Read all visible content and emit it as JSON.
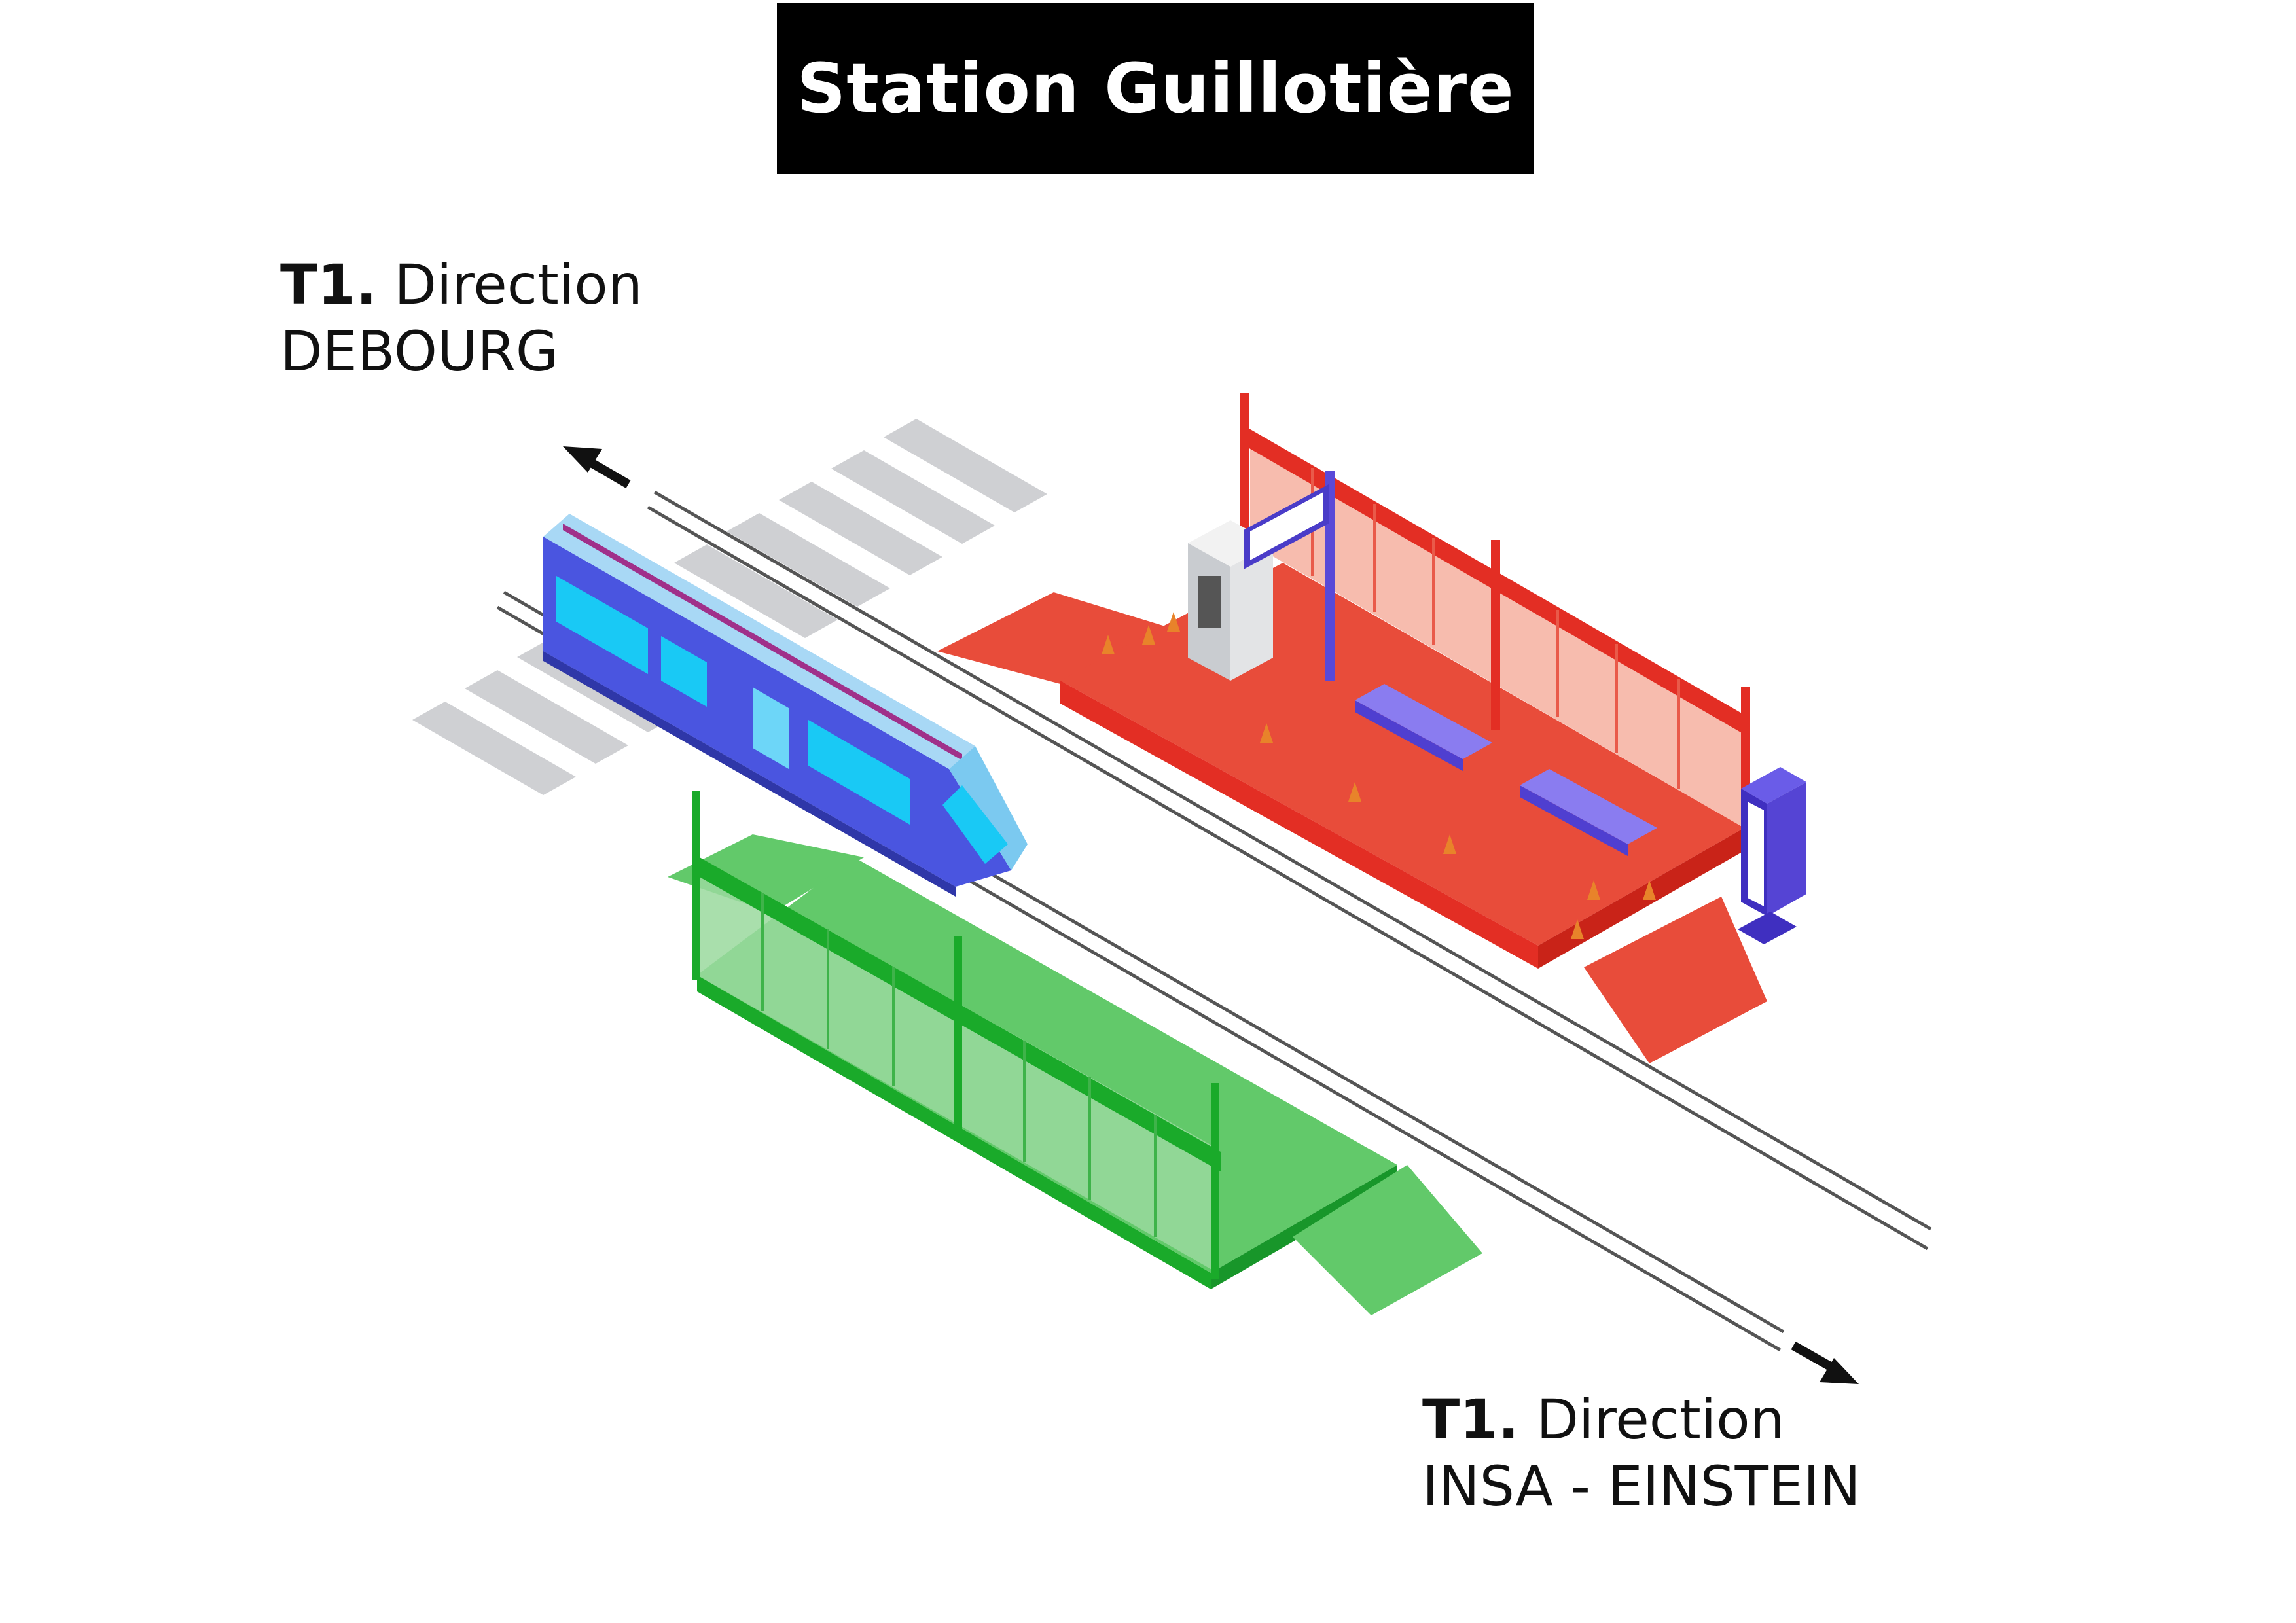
{
  "station": {
    "title": "Station Guillotière"
  },
  "directions": [
    {
      "line": "T1.",
      "word": "Direction",
      "destination": "DEBOURG"
    },
    {
      "line": "T1.",
      "word": "Direction",
      "destination": "INSA - EINSTEIN"
    }
  ],
  "colors": {
    "platform_debourg": "#e84c3a",
    "platform_debourg_frame": "#e32e24",
    "platform_insa": "#62c96a",
    "platform_insa_frame": "#1aaa2a",
    "tram_body": "#4a55e0",
    "tram_roof": "#a8d8f5",
    "tram_stripe": "#a0308a",
    "crosswalk": "#cfd0d3",
    "rails": "#555555",
    "bench": "#6f5ee6"
  },
  "icons": [
    "tram-icon",
    "ticket-machine-icon",
    "bench-icon",
    "traffic-cone-icon",
    "info-totem-icon",
    "arrow-icon"
  ]
}
